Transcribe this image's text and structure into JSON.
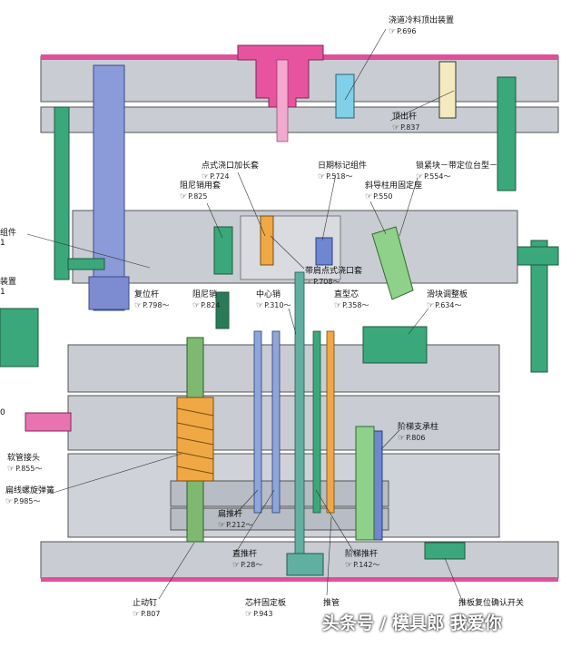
{
  "labels": [
    {
      "id": "sprue-ejector",
      "name": "浇道冷料顶出装置",
      "ref": "P.696"
    },
    {
      "id": "ejector-pin-top",
      "name": "顶出杆",
      "ref": "P.837"
    },
    {
      "id": "pin-gate-ext",
      "name": "点式浇口加长套",
      "ref": "P.724"
    },
    {
      "id": "date-mark",
      "name": "日期标记组件",
      "ref": "P.518～"
    },
    {
      "id": "lock-block",
      "name": "锁紧块－带定位台型－",
      "ref": "P.554～"
    },
    {
      "id": "damper-sleeve",
      "name": "阻尼销用套",
      "ref": "P.825"
    },
    {
      "id": "angle-pin-seat",
      "name": "斜导柱用固定座",
      "ref": "P.550"
    },
    {
      "id": "left-group",
      "name": "组件",
      "ref": "1"
    },
    {
      "id": "left-device",
      "name": "装置",
      "ref": "1"
    },
    {
      "id": "pin-gate-sleeve",
      "name": "带肩点式浇口套",
      "ref": "P.708～"
    },
    {
      "id": "return-pin",
      "name": "复位杆",
      "ref": "P.798～"
    },
    {
      "id": "damper-pin",
      "name": "阻尼销",
      "ref": "P.824"
    },
    {
      "id": "center-pin",
      "name": "中心销",
      "ref": "P.310～"
    },
    {
      "id": "straight-core",
      "name": "直型芯",
      "ref": "P.358～"
    },
    {
      "id": "slide-adjust",
      "name": "滑块调整板",
      "ref": "P.634～"
    },
    {
      "id": "step-support",
      "name": "阶梯支承柱",
      "ref": "P.806"
    },
    {
      "id": "hose-joint",
      "name": "软管接头",
      "ref": "P.855～"
    },
    {
      "id": "flat-spring",
      "name": "扁线螺旋弹簧",
      "ref": "P.985～"
    },
    {
      "id": "flat-ejector",
      "name": "扁推杆",
      "ref": "P.212～"
    },
    {
      "id": "straight-ejector",
      "name": "直推杆",
      "ref": "P.28～"
    },
    {
      "id": "step-ejector",
      "name": "阶梯推杆",
      "ref": "P.142～"
    },
    {
      "id": "stop-pin",
      "name": "止动钉",
      "ref": "P.807"
    },
    {
      "id": "core-retainer",
      "name": "芯杆固定板",
      "ref": "P.943"
    },
    {
      "id": "ejector-sleeve",
      "name": "推管",
      "ref": ""
    },
    {
      "id": "plate-switch",
      "name": "推板复位确认开关",
      "ref": ""
    }
  ],
  "left_edge_mark": "0",
  "watermark": "头条号 / 模具郎 我爱你"
}
